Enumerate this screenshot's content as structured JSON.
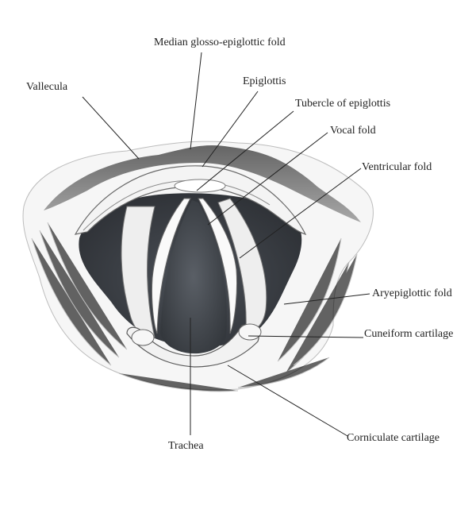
{
  "labels": {
    "median_glosso_epiglottic_fold": "Median glosso-epiglottic fold",
    "vallecula": "Vallecula",
    "epiglottis": "Epiglottis",
    "tubercle_of_epiglottis": "Tubercle of epiglottis",
    "vocal_fold": "Vocal fold",
    "ventricular_fold": "Ventricular fold",
    "aryepiglottic_fold": "Aryepiglottic fold",
    "cuneiform_cartilage": "Cuneiform cartilage",
    "trachea": "Trachea",
    "corniculate_cartilage": "Corniculate cartilage"
  },
  "colors": {
    "ink": "#222222",
    "cavity": "#3a3e44",
    "tissue": "#f2f2f2",
    "shadow": "#5a5a5a"
  }
}
